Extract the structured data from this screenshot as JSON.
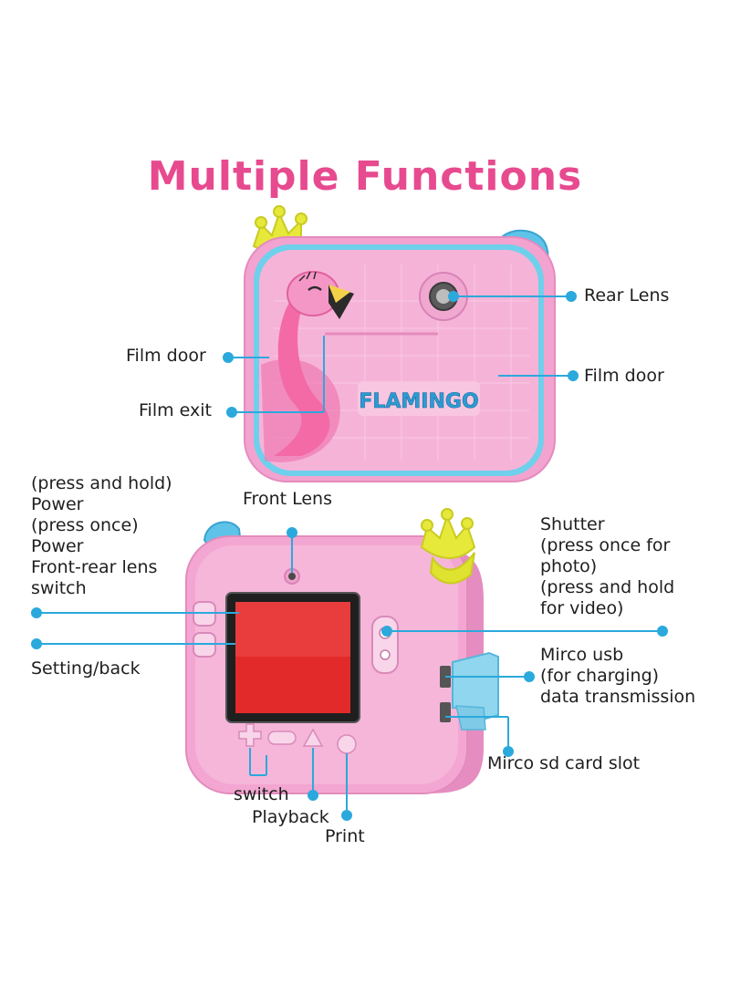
{
  "title": "Multiple Functions",
  "camera_brand_text": "FLAMINGO",
  "colors": {
    "title": "#e74a8f",
    "body_pink": "#f3a3cf",
    "leader_line": "#2ba9dc",
    "accent_yellow": "#e6e83a",
    "accent_blue": "#5ec3e8"
  },
  "top_callouts": {
    "rear_lens": "Rear Lens",
    "film_door_left": "Film door",
    "film_door_right": "Film door",
    "film_exit": "Film exit"
  },
  "bottom_callouts": {
    "front_lens": "Front Lens",
    "power_group": [
      "(press and hold)",
      "Power",
      "(press once)",
      "Power",
      "Front-rear lens",
      "switch"
    ],
    "setting_back": "Setting/back",
    "shutter": [
      "Shutter",
      "(press once for",
      "photo)",
      "(press and hold",
      "for video)"
    ],
    "micro_usb": [
      "Mirco usb",
      "(for charging)",
      "data transmission"
    ],
    "sd_slot": "Mirco sd card slot",
    "switch": "switch",
    "playback": "Playback",
    "print": "Print"
  }
}
